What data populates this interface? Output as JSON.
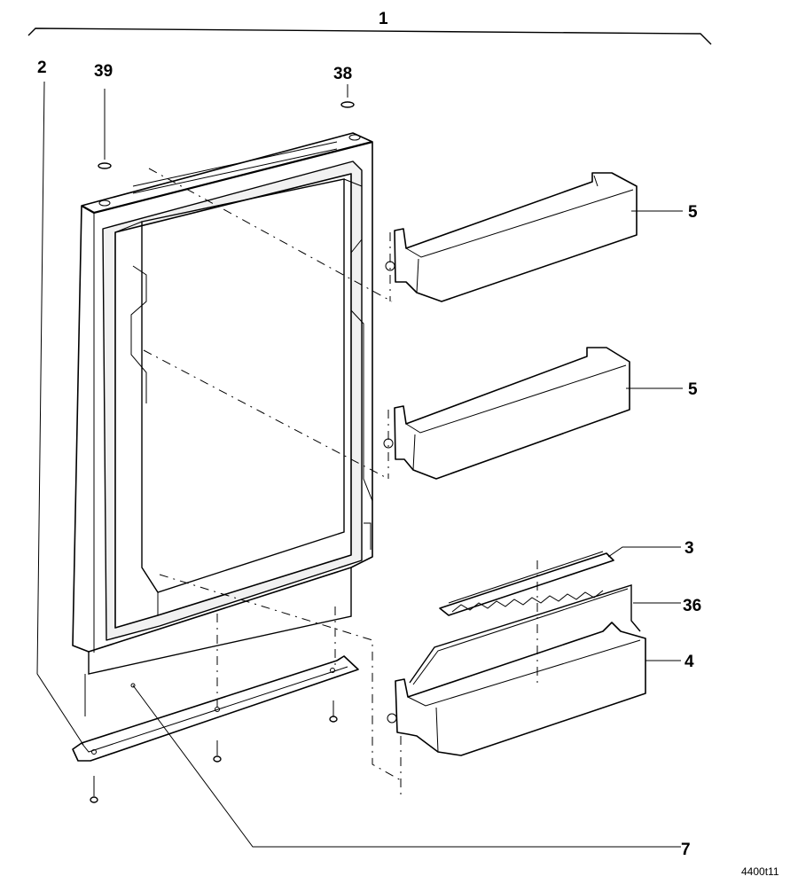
{
  "callouts": {
    "c1": "1",
    "c2": "2",
    "c39": "39",
    "c38": "38",
    "c5a": "5",
    "c5b": "5",
    "c3": "3",
    "c36": "36",
    "c4": "4",
    "c7": "7"
  },
  "drawing_code": "4400t11"
}
